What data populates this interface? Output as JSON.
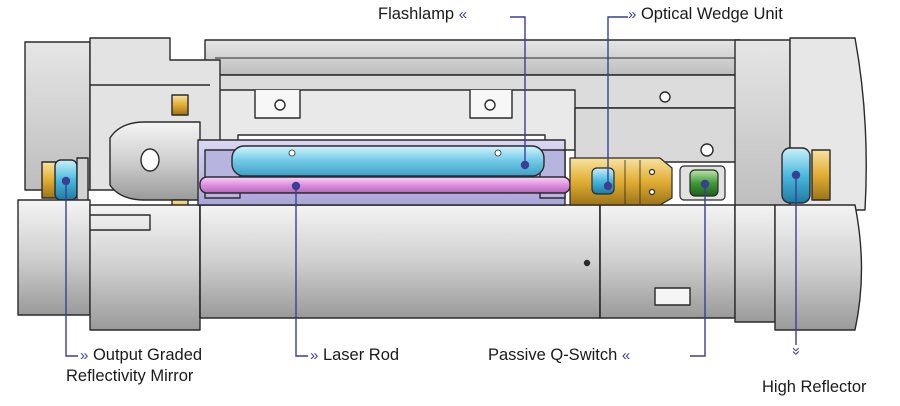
{
  "labels": {
    "flashlamp": "Flashlamp",
    "optical_wedge": "Optical Wedge Unit",
    "output_mirror_line1": "Output Graded",
    "output_mirror_line2": "Reflectivity Mirror",
    "laser_rod": "Laser Rod",
    "passive_q_switch": "Passive Q-Switch",
    "high_reflector": "High Reflector"
  },
  "arrows": {
    "right": "»",
    "left": "«",
    "down": "»"
  },
  "colors": {
    "housing": "#d4d4d4",
    "housing_dark": "#9e9e9e",
    "housing_light": "#f1f1f1",
    "outline": "#2a2a2a",
    "flashlamp": "#86d4ee",
    "laser_rod": "#e49be6",
    "cavity": "#c9c6ea",
    "brass": "#e0b43b",
    "q_switch": "#3f9a3a",
    "leader": "#3a3f93"
  }
}
